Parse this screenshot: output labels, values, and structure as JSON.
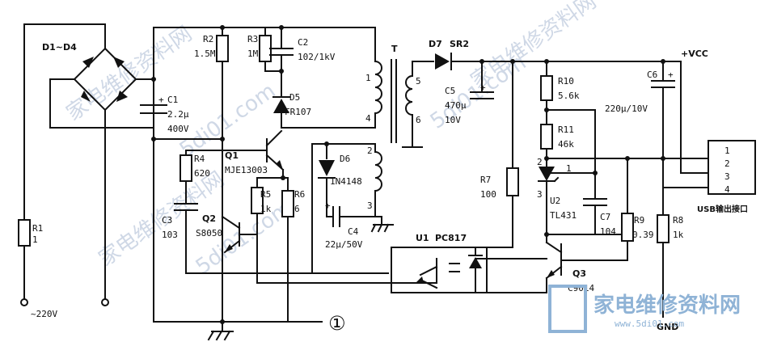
{
  "labels": {
    "d1d4": "D1~D4",
    "c1": "C1",
    "c1v": "2.2μ",
    "c1r": "400V",
    "r1": "R1",
    "r1v": "1",
    "ac": "~220V",
    "r2": "R2",
    "r2v": "1.5M",
    "r3": "R3",
    "r3v": "1M",
    "c2": "C2",
    "c2v": "102/1kV",
    "d5": "D5",
    "d5v": "FR107",
    "t": "T",
    "p1": "1",
    "p4": "4",
    "p5": "5",
    "p6": "6",
    "p2": "2",
    "p3": "3",
    "r4": "R4",
    "r4v": "620",
    "q1": "Q1",
    "q1v": "MJE13003",
    "r5": "R5",
    "r5v": "1k",
    "r6": "R6",
    "r6v": "6",
    "c3": "C3",
    "c3v": "103",
    "q2": "Q2",
    "q2v": "S8050",
    "d6": "D6",
    "d6v": "1N4148",
    "c4": "C4",
    "c4v": "22μ/50V",
    "d7": "D7",
    "d7v": "SR2",
    "c5": "C5",
    "c5v": "470μ",
    "c5r": "10V",
    "r7": "R7",
    "r7v": "100",
    "u1": "U1",
    "u1v": "PC817",
    "r10": "R10",
    "r10v": "5.6k",
    "r11": "R11",
    "r11v": "46k",
    "u2": "U2",
    "u2v": "TL431",
    "u2p1": "1",
    "u2p2": "2",
    "u2p3": "3",
    "c7": "C7",
    "c7v": "104",
    "r9": "R9",
    "r9v": "0.39",
    "r8": "R8",
    "r8v": "1k",
    "c6": "C6",
    "c6v": "220μ/10V",
    "vcc": "+VCC",
    "usb1": "1",
    "usb2": "2",
    "usb3": "3",
    "usb4": "4",
    "usb": "USB输出接口",
    "q3": "Q3",
    "q3v": "C9014",
    "gnd": "GND",
    "figure": "①",
    "plus": "+"
  },
  "watermark": {
    "text": "家电维修资料网",
    "site": "5di01.com",
    "logo_sub": "www.5di01.com"
  },
  "colors": {
    "line": "#111111",
    "watermark": "#cfd8e6",
    "logo": "#8fb3d6"
  }
}
